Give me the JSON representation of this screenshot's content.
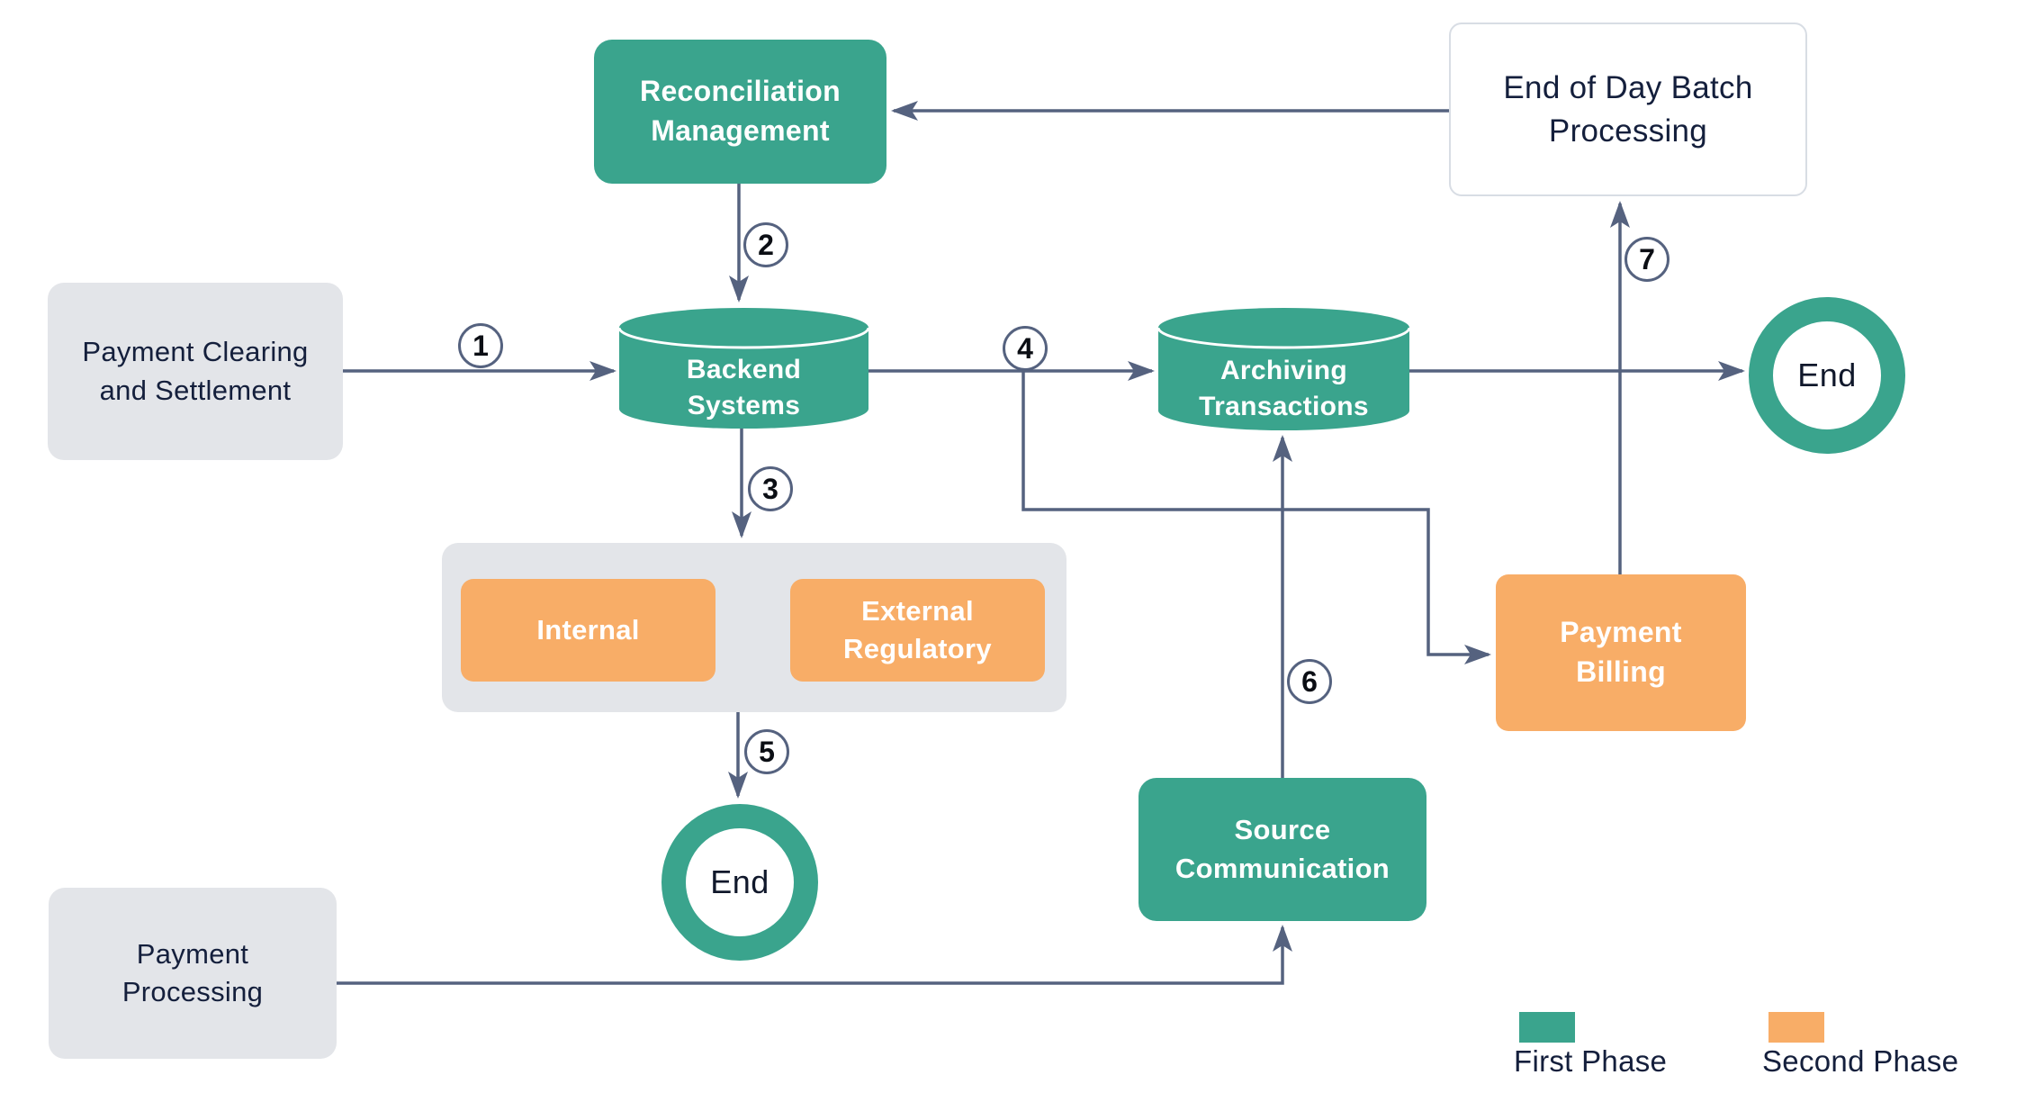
{
  "nodes": {
    "reconciliation_management": "Reconciliation Management",
    "end_of_day_batch_processing": "End of Day Batch Processing",
    "payment_clearing_settlement": "Payment Clearing and Settlement",
    "backend_systems": "Backend Systems",
    "archiving_transactions": "Archiving Transactions",
    "end_terminal_right": "End",
    "internal": "Internal",
    "external_regulatory": "External Regulatory",
    "end_terminal_bottom": "End",
    "payment_processing": "Payment Processing",
    "source_communication": "Source Communication",
    "payment_billing": "Payment Billing"
  },
  "steps": [
    "1",
    "2",
    "3",
    "4",
    "5",
    "6",
    "7"
  ],
  "legend": {
    "items": [
      {
        "label": "First Phase",
        "color": "#3AA48D"
      },
      {
        "label": "Second Phase",
        "color": "#F8AD67"
      }
    ]
  },
  "colors": {
    "first_phase_teal": "#3AA48D",
    "second_phase_orange": "#F8AD67",
    "connector_slate": "#55627F",
    "neutral_gray_node": "#E3E5E9",
    "dark_text": "#141F3C"
  }
}
